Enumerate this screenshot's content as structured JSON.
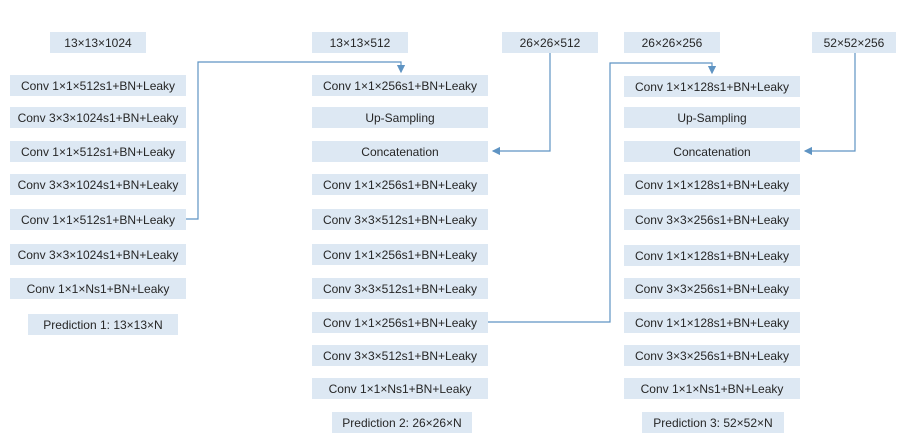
{
  "colors": {
    "box_fill": "#dde8f3",
    "arrow": "#5f94c3",
    "text": "#262626"
  },
  "inputs": {
    "col1_input": "13×13×1024",
    "col2_input": "13×13×512",
    "col2_concat_input": "26×26×512",
    "col3_input": "26×26×256",
    "col3_concat_input": "52×52×256"
  },
  "column1": [
    "Conv 1×1×512s1+BN+Leaky",
    "Conv 3×3×1024s1+BN+Leaky",
    "Conv 1×1×512s1+BN+Leaky",
    "Conv 3×3×1024s1+BN+Leaky",
    "Conv 1×1×512s1+BN+Leaky",
    "Conv 3×3×1024s1+BN+Leaky",
    "Conv 1×1×Ns1+BN+Leaky",
    "Prediction 1: 13×13×N"
  ],
  "column2": [
    "Conv 1×1×256s1+BN+Leaky",
    "Up-Sampling",
    "Concatenation",
    "Conv 1×1×256s1+BN+Leaky",
    "Conv 3×3×512s1+BN+Leaky",
    "Conv 1×1×256s1+BN+Leaky",
    "Conv 3×3×512s1+BN+Leaky",
    "Conv 1×1×256s1+BN+Leaky",
    "Conv 3×3×512s1+BN+Leaky",
    "Conv 1×1×Ns1+BN+Leaky",
    "Prediction 2: 26×26×N"
  ],
  "column3": [
    "Conv 1×1×128s1+BN+Leaky",
    "Up-Sampling",
    "Concatenation",
    "Conv 1×1×128s1+BN+Leaky",
    "Conv 3×3×256s1+BN+Leaky",
    "Conv 1×1×128s1+BN+Leaky",
    "Conv 3×3×256s1+BN+Leaky",
    "Conv 1×1×128s1+BN+Leaky",
    "Conv 3×3×256s1+BN+Leaky",
    "Conv 1×1×Ns1+BN+Leaky",
    "Prediction 3: 52×52×N"
  ]
}
